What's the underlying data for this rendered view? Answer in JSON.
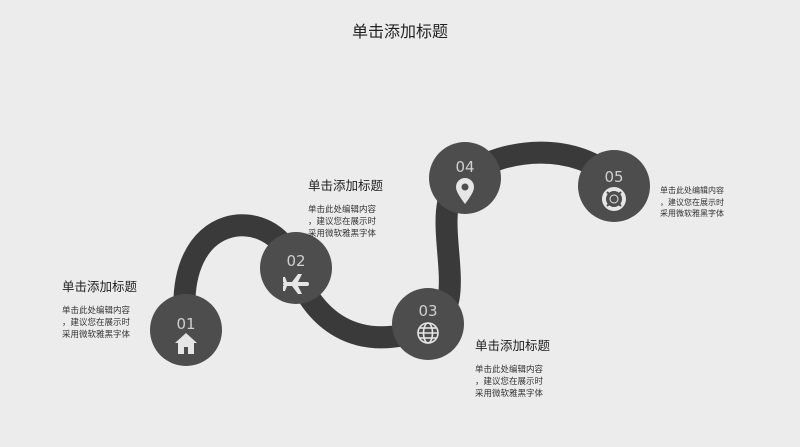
{
  "title": "单击添加标题",
  "colors": {
    "background": "#ececec",
    "track": "#3a3a3a",
    "node": "#4d4d4d",
    "node_text": "#d0d0d0",
    "icon": "#e6e6e6"
  },
  "steps": [
    {
      "number": "01",
      "icon": "home-icon"
    },
    {
      "number": "02",
      "icon": "airplane-icon"
    },
    {
      "number": "03",
      "icon": "globe-icon"
    },
    {
      "number": "04",
      "icon": "map-pin-icon"
    },
    {
      "number": "05",
      "icon": "lifebuoy-icon"
    }
  ],
  "labels": [
    {
      "heading": "单击添加标题",
      "body": "单击此处编辑内容\n，建议您在展示时\n采用微软雅黑字体"
    },
    {
      "heading": "单击添加标题",
      "body": "单击此处编辑内容\n，建议您在展示时\n采用微软雅黑字体"
    },
    {
      "heading": "单击添加标题",
      "body": "单击此处编辑内容\n，建议您在展示时\n采用微软雅黑字体"
    },
    {
      "body": "单击此处编辑内容\n，建议您在展示时\n采用微软雅黑字体"
    }
  ]
}
